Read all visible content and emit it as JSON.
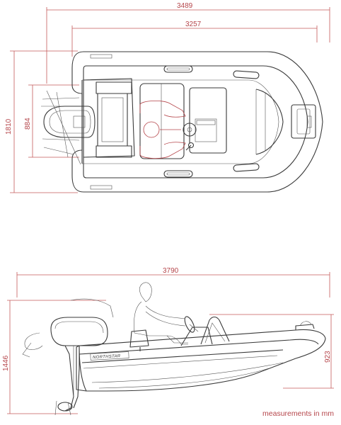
{
  "dimensions": {
    "top_overall_length": "3489",
    "top_hull_length": "3257",
    "top_beam": "1810",
    "top_inner_width": "884",
    "side_overall_length": "3790",
    "side_overall_height": "1446",
    "side_hull_height": "923"
  },
  "branding": {
    "hull_logo": "NORTHSTAR"
  },
  "footer": {
    "note": "measurements in mm"
  },
  "colors": {
    "dimension_lines": "#c45a5a",
    "drawing_lines": "#3a3a3a"
  }
}
